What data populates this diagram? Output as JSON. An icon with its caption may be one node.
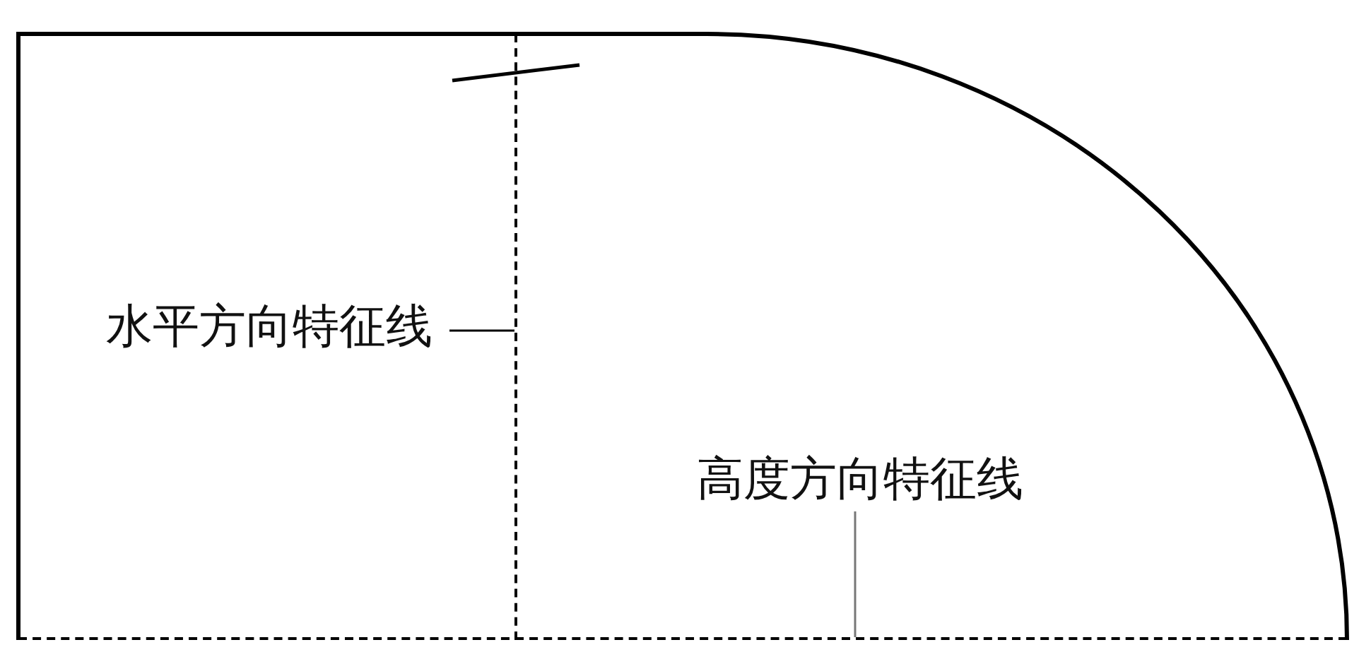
{
  "diagram": {
    "nodes": [
      {
        "text": [
          "水平方向特征线"
        ]
      },
      {
        "text": [
          "高度方向特征线"
        ]
      },
      {
        "text": [],
        "shape": "line"
      },
      {
        "text": [],
        "shape": "line"
      }
    ],
    "edges": [
      {
        "from": 0,
        "to": 2,
        "arrow": "none"
      },
      {
        "from": 1,
        "to": 3,
        "arrow": "none",
        "color": "#777777"
      }
    ]
  }
}
